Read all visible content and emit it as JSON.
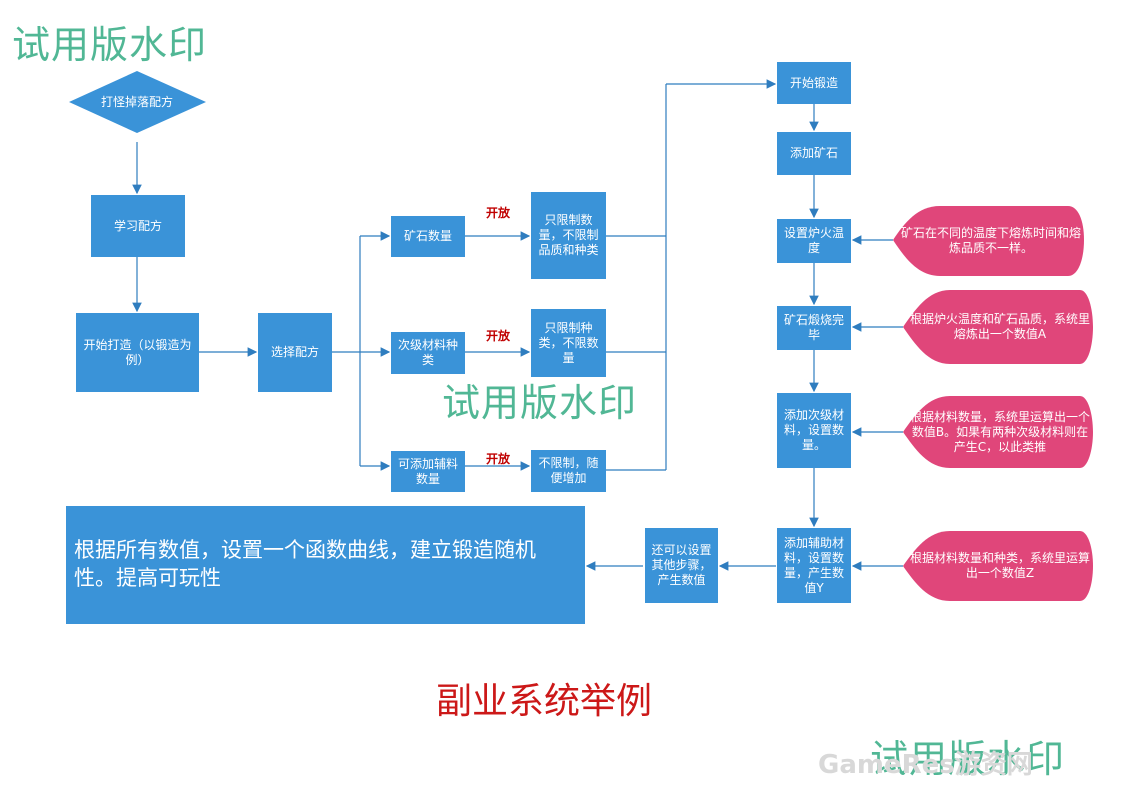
{
  "watermark": "试用版水印",
  "corner_watermark": "GameRes游资网",
  "title": "副业系统举例",
  "colors": {
    "node": "#3a93d8",
    "note": "#e0467a",
    "line": "#2f7dbf",
    "watermark": "#3fb08a",
    "title": "#cc1818"
  },
  "nodes": {
    "diamond": "打怪掉落配方",
    "learn": "学习配方",
    "start_craft": "开始打造（以锻造为例）",
    "select": "选择配方",
    "ore_qty": "矿石数量",
    "secondary": "次级材料种类",
    "aux_qty": "可添加辅料数量",
    "limit_ore": "只限制数量，不限制品质和种类",
    "limit_sec": "只限制种类，不限数量",
    "no_limit": "不限制，随便增加",
    "forge_start": "开始锻造",
    "add_ore": "添加矿石",
    "set_temp": "设置炉火温度",
    "calcine": "矿石煅烧完毕",
    "add_sec": "添加次级材料，设置数量。",
    "add_aux": "添加辅助材料，设置数量，产生数值Y",
    "other_steps": "还可以设置其他步骤，产生数值",
    "final": "根据所有数值，设置一个函数曲线，建立锻造随机性。提高可玩性"
  },
  "open_label": "开放",
  "notes": {
    "n1": "矿石在不同的温度下熔炼时间和熔炼品质不一样。",
    "n2": "根据炉火温度和矿石品质，系统里熔炼出一个数值A",
    "n3": "根据材料数量，系统里运算出一个数值B。如果有两种次级材料则在产生C，以此类推",
    "n4": "根据材料数量和种类，系统里运算出一个数值Z"
  }
}
